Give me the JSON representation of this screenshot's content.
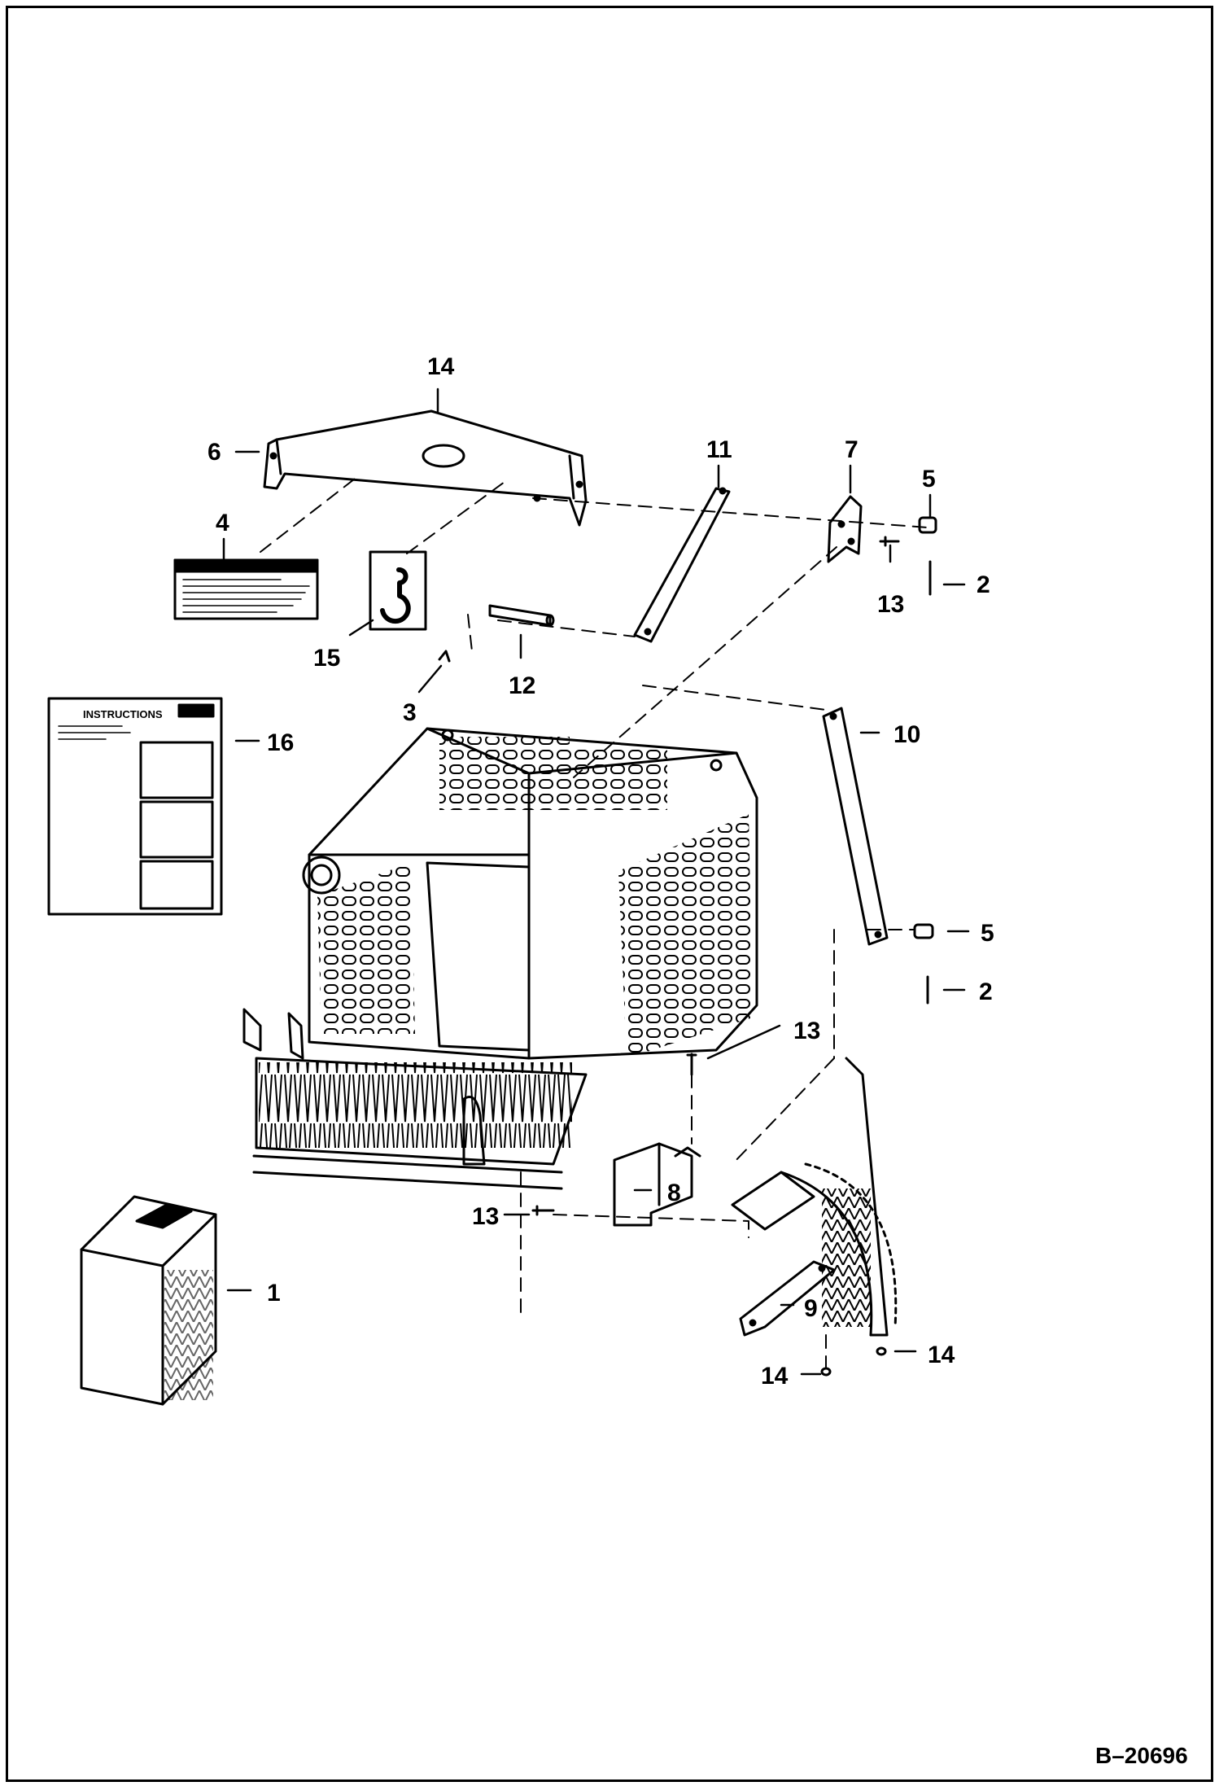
{
  "figure_id": "B–20696",
  "callouts": {
    "c1": "1",
    "c2a": "2",
    "c2b": "2",
    "c3": "3",
    "c4": "4",
    "c5a": "5",
    "c5b": "5",
    "c6": "6",
    "c7": "7",
    "c8": "8",
    "c9": "9",
    "c10": "10",
    "c11": "11",
    "c12": "12",
    "c13a": "13",
    "c13b": "13",
    "c13c": "13",
    "c14a": "14",
    "c14b": "14",
    "c14c": "14",
    "c15": "15",
    "c16": "16"
  },
  "decals": {
    "instructions_title": "INSTRUCTIONS"
  },
  "colors": {
    "line": "#000000",
    "background": "#ffffff"
  }
}
